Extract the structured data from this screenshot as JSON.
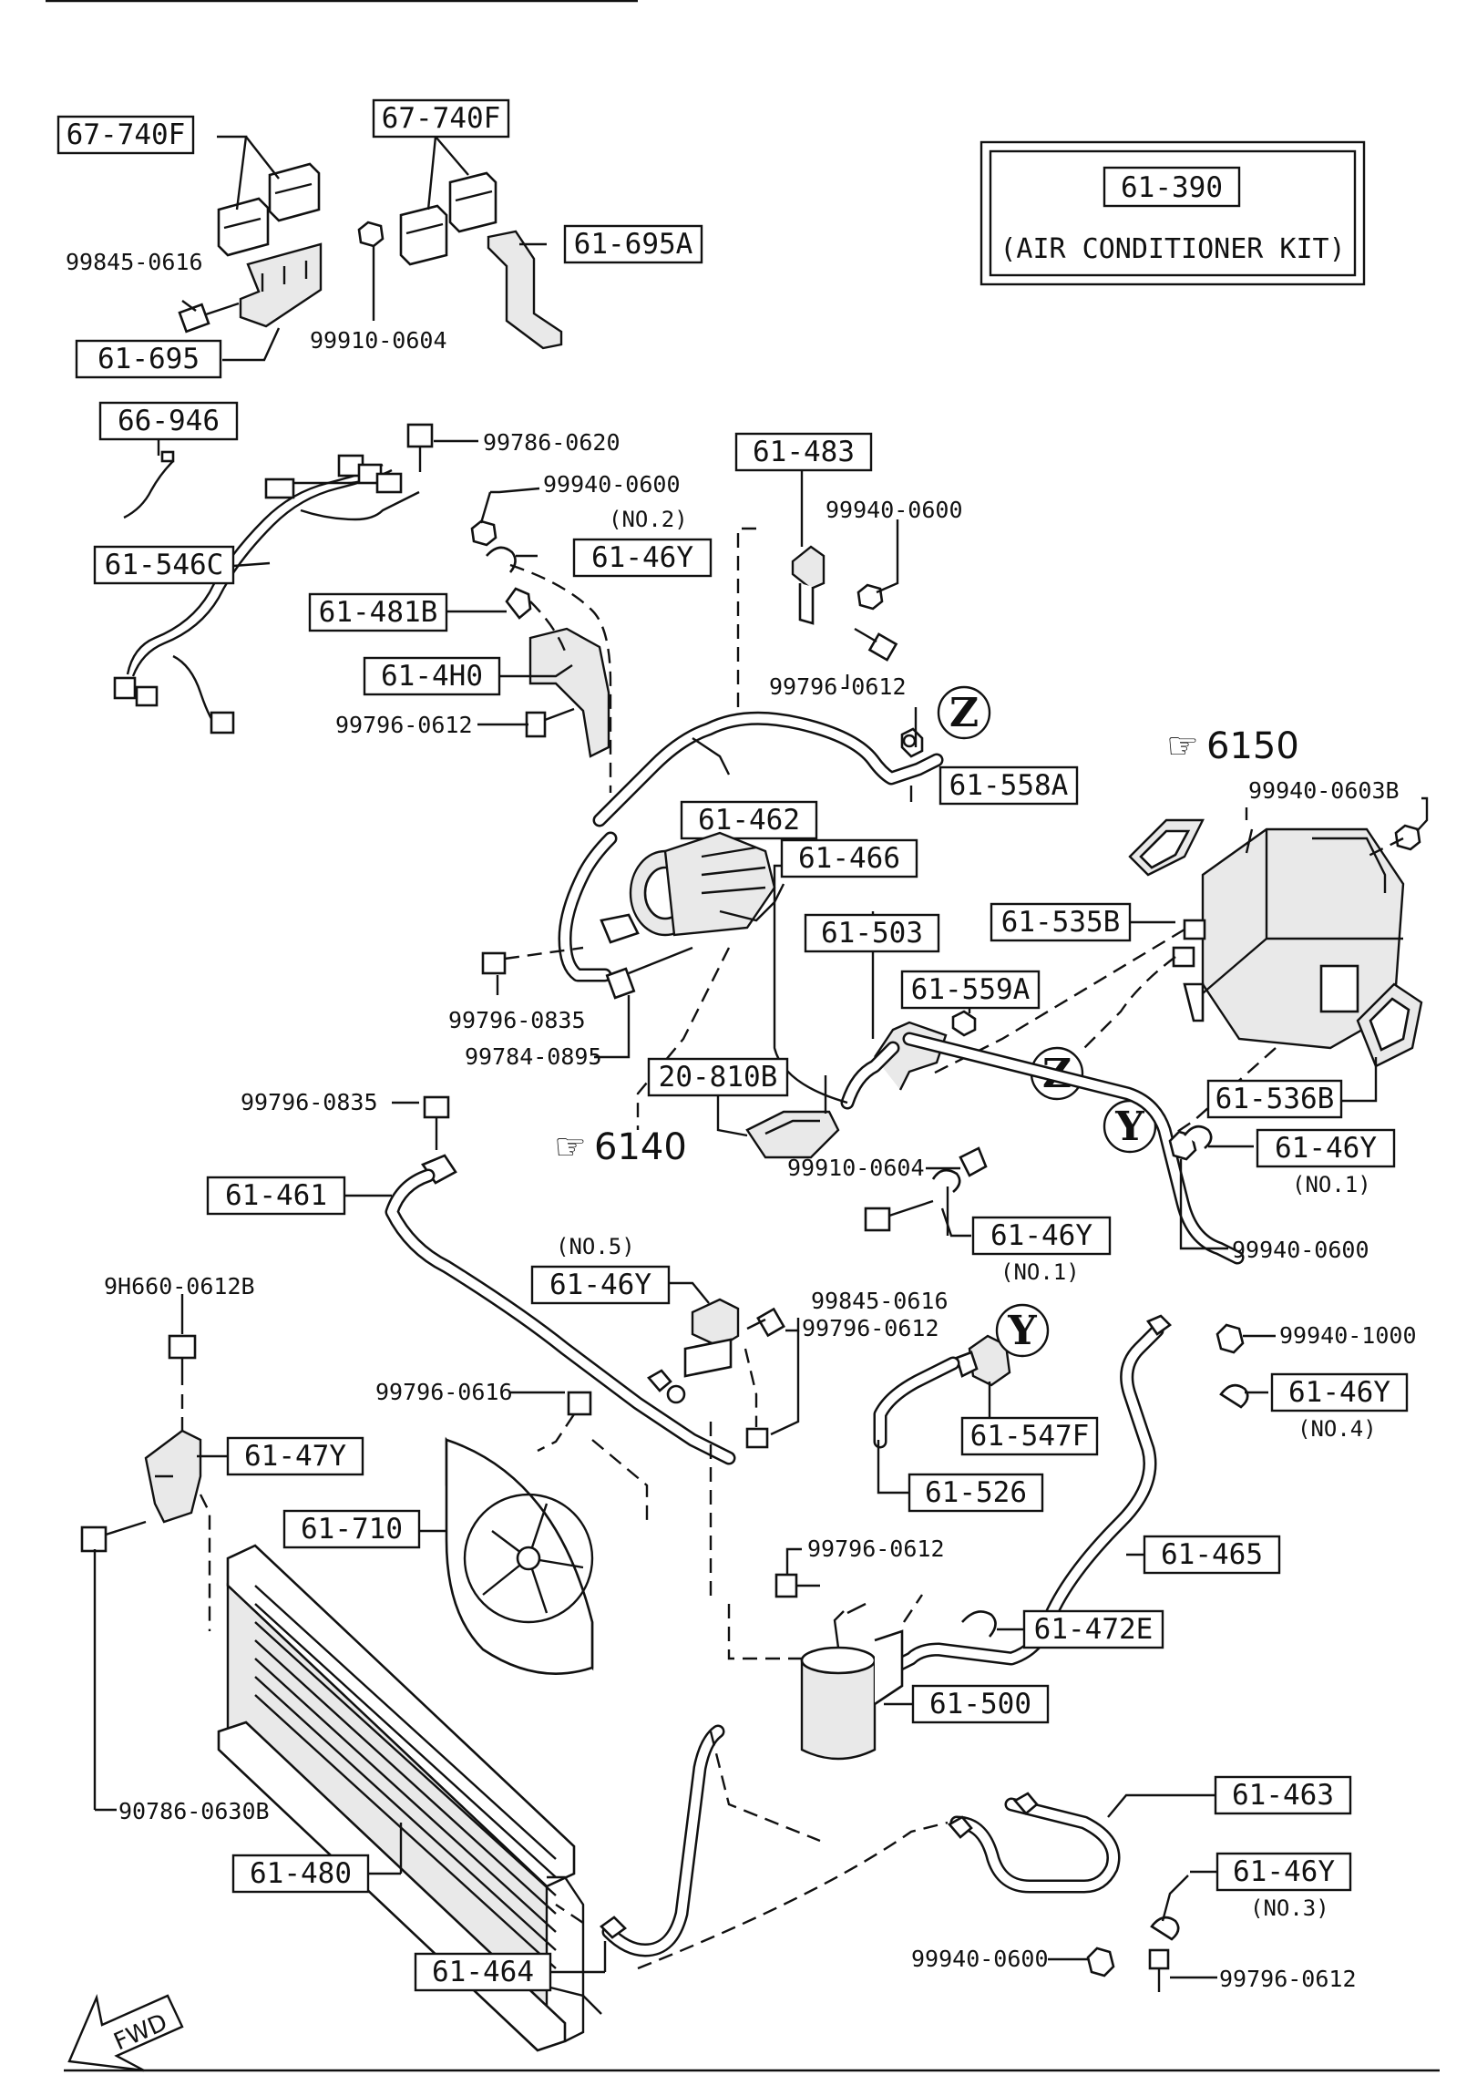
{
  "kit": {
    "part_no": "61-390",
    "caption": "(AIR CONDITIONER KIT)"
  },
  "references": {
    "r6150": "6150",
    "r6140": "6140"
  },
  "markers": {
    "z": "Z",
    "y": "Y"
  },
  "fwd": "FWD",
  "labels": {
    "p67740F_a": "67-740F",
    "p67740F_b": "67-740F",
    "p61695A": "61-695A",
    "p61695": "61-695",
    "p66946": "66-946",
    "p61546C": "61-546C",
    "p61481B": "61-481B",
    "p614H0": "61-4H0",
    "p6146Y_no2": "61-46Y",
    "p61483": "61-483",
    "p61558A": "61-558A",
    "p61462": "61-462",
    "p61466": "61-466",
    "p61503": "61-503",
    "p61535B": "61-535B",
    "p61559A": "61-559A",
    "p61536B": "61-536B",
    "p6146Y_no1a": "61-46Y",
    "p20810B": "20-810B",
    "p61461": "61-461",
    "p6146Y_no1b": "61-46Y",
    "p6146Y_no5": "61-46Y",
    "p61547F": "61-547F",
    "p6146Y_no4": "61-46Y",
    "p61526": "61-526",
    "p6147Y": "61-47Y",
    "p61710": "61-710",
    "p61465": "61-465",
    "p61472E": "61-472E",
    "p61500": "61-500",
    "p61463": "61-463",
    "p61480": "61-480",
    "p6146Y_no3": "61-46Y",
    "p61464": "61-464"
  },
  "hardware": {
    "h99845_0616_a": "99845-0616",
    "h99910_0604_a": "99910-0604",
    "h99786_0620": "99786-0620",
    "h99940_0600_a": "99940-0600",
    "h99940_0600_b": "99940-0600",
    "h99796_0612_a": "99796-0612",
    "h99796_0612_b": "99796-0612",
    "h99940_0603B": "99940-0603B",
    "h99796_0835_a": "99796-0835",
    "h99784_0895": "99784-0895",
    "h99796_0835_b": "99796-0835",
    "h99910_0604_b": "99910-0604",
    "h99940_0600_c": "99940-0600",
    "h99845_0616_b": "99845-0616",
    "h99796_0612_c": "99796-0612",
    "h99940_1000": "99940-1000",
    "h9H660_0612B": "9H660-0612B",
    "h99796_0616": "99796-0616",
    "h99796_0612_d": "99796-0612",
    "h90786_0630B": "90786-0630B",
    "h99940_0600_d": "99940-0600",
    "h99796_0612_e": "99796-0612"
  },
  "notes": {
    "no2": "(NO.2)",
    "no1a": "(NO.1)",
    "no1b": "(NO.1)",
    "no5": "(NO.5)",
    "no4": "(NO.4)",
    "no3": "(NO.3)"
  }
}
